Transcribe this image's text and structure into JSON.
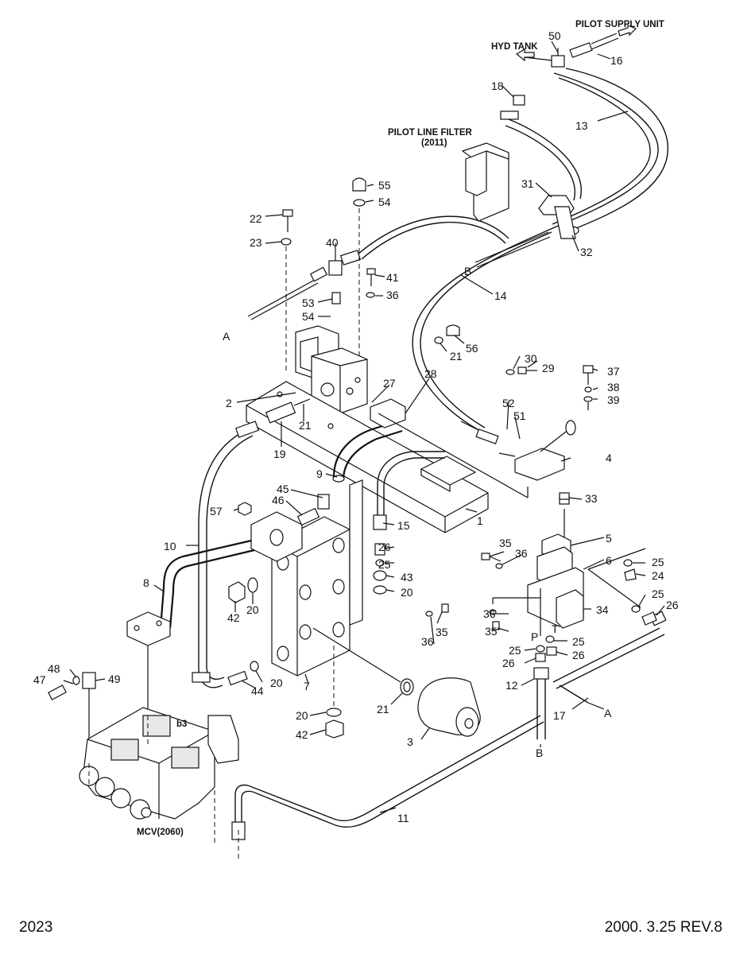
{
  "diagram": {
    "captions": {
      "pilot_supply_unit": "PILOT SUPPLY UNIT",
      "hyd_tank": "HYD TANK",
      "pilot_line_filter": "PILOT LINE FILTER",
      "pilot_line_filter_code": "(2011)",
      "mcv": "MCV(2060)",
      "port_b3": "b3",
      "port_p": "P",
      "port_t": "T",
      "line_a_top": "A",
      "line_b_top": "B",
      "line_a_bottom": "A",
      "line_b_bottom": "B"
    },
    "part_numbers": {
      "p1": "1",
      "p2": "2",
      "p3": "3",
      "p4": "4",
      "p5": "5",
      "p6": "6",
      "p7": "7",
      "p8": "8",
      "p9": "9",
      "p10": "10",
      "p11": "11",
      "p12": "12",
      "p13": "13",
      "p14": "14",
      "p15": "15",
      "p16": "16",
      "p17": "17",
      "p18": "18",
      "p19": "19",
      "p20a": "20",
      "p20b": "20",
      "p20c": "20",
      "p20d": "20",
      "p21a": "21",
      "p21b": "21",
      "p21c": "21",
      "p22": "22",
      "p23": "23",
      "p24": "24",
      "p25a": "25",
      "p25b": "25",
      "p25c": "25",
      "p25d": "25",
      "p25e": "25",
      "p26a": "26",
      "p26b": "26",
      "p26c": "26",
      "p26d": "26",
      "p27": "27",
      "p28": "28",
      "p29": "29",
      "p30": "30",
      "p31": "31",
      "p32": "32",
      "p33": "33",
      "p34": "34",
      "p35a": "35",
      "p35b": "35",
      "p35c": "35",
      "p36a": "36",
      "p36b": "36",
      "p36c": "36",
      "p36d": "36",
      "p37": "37",
      "p38": "38",
      "p39": "39",
      "p40": "40",
      "p41": "41",
      "p42a": "42",
      "p42b": "42",
      "p43": "43",
      "p44": "44",
      "p45": "45",
      "p46": "46",
      "p47": "47",
      "p48": "48",
      "p49": "49",
      "p50": "50",
      "p51": "51",
      "p52": "52",
      "p53": "53",
      "p54a": "54",
      "p54b": "54",
      "p55": "55",
      "p56": "56",
      "p57": "57"
    }
  },
  "footer": {
    "page_number": "2023",
    "revision": "2000. 3.25  REV.8"
  }
}
